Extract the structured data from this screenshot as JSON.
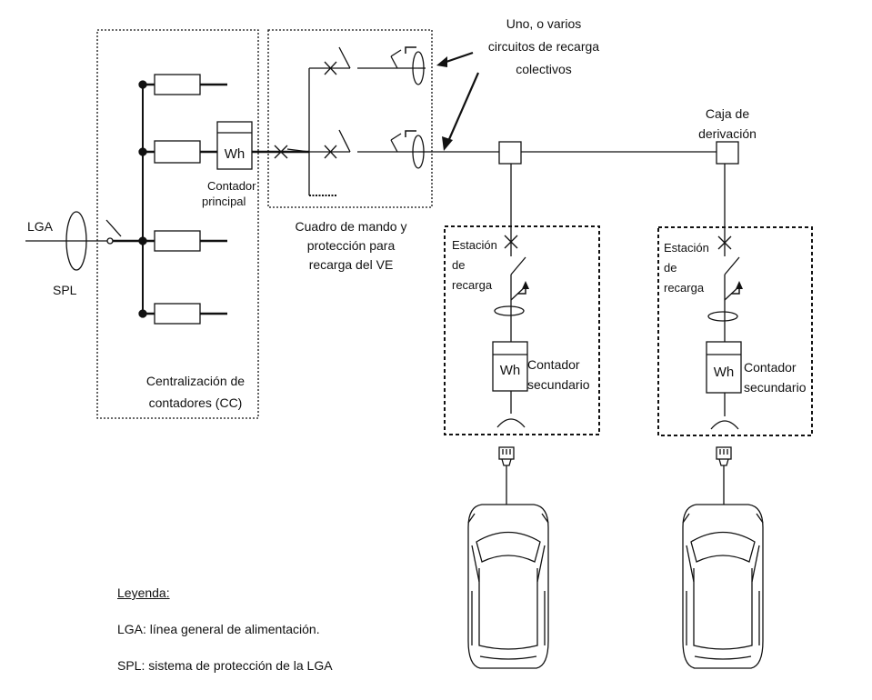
{
  "labels": {
    "lga": "LGA",
    "spl": "SPL",
    "cc_line1": "Centralización de",
    "cc_line2": "contadores (CC)",
    "main_meter_line1": "Contador",
    "main_meter_line2": "principal",
    "panel_line1": "Cuadro de mando y",
    "panel_line2": "protección para",
    "panel_line3": "recarga del VE",
    "circuits_line1": "Uno, o varios",
    "circuits_line2": "circuitos de recarga",
    "circuits_line3": "colectivos",
    "junction_line1": "Caja de",
    "junction_line2": "derivación",
    "station_line1": "Estación",
    "station_line2": "de",
    "station_line3": "recarga",
    "sec_meter_line1": "Contador",
    "sec_meter_line2": "secundario",
    "wh": "Wh"
  },
  "legend": {
    "title": "Leyenda:",
    "lga": "LGA: línea general de alimentación.",
    "spl": "SPL: sistema de protección de la LGA"
  }
}
